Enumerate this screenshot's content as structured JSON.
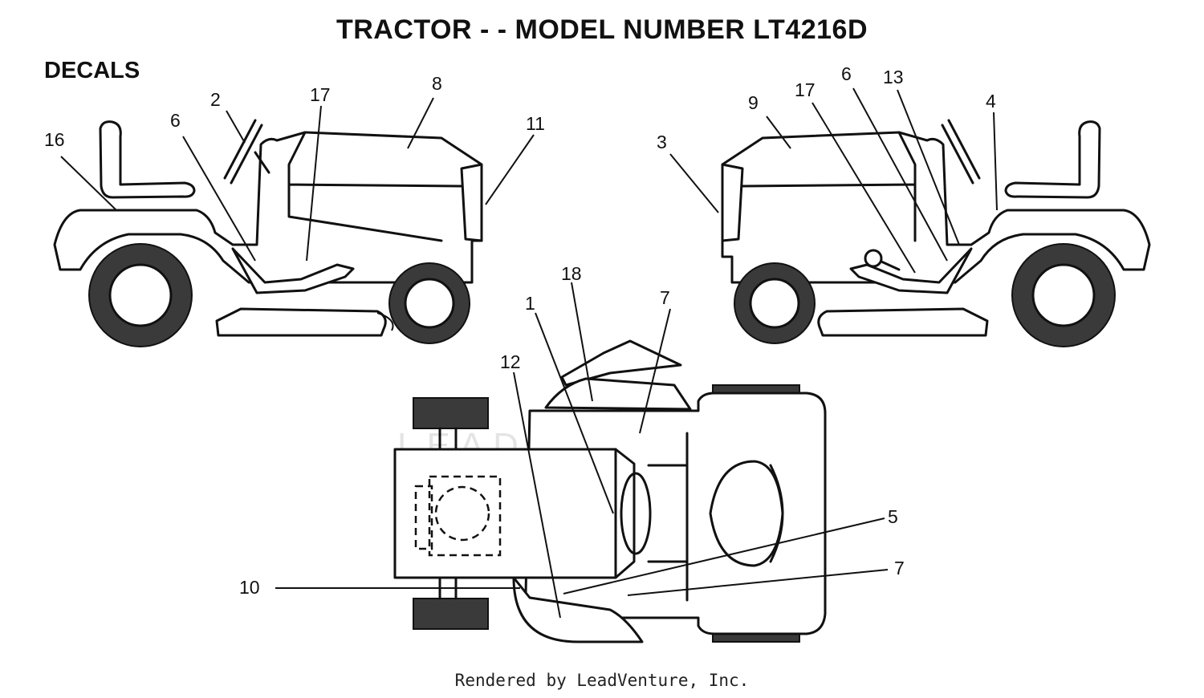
{
  "title": "TRACTOR - - MODEL NUMBER LT4216D",
  "section": "DECALS",
  "watermark": "LEADVENTURE",
  "footer": "Rendered by LeadVenture, Inc.",
  "callouts": {
    "left_view": [
      "16",
      "6",
      "2",
      "17",
      "8",
      "11"
    ],
    "right_view": [
      "3",
      "9",
      "17",
      "6",
      "13",
      "4"
    ],
    "top_view": [
      "18",
      "1",
      "7",
      "12",
      "10",
      "5",
      "7"
    ]
  }
}
